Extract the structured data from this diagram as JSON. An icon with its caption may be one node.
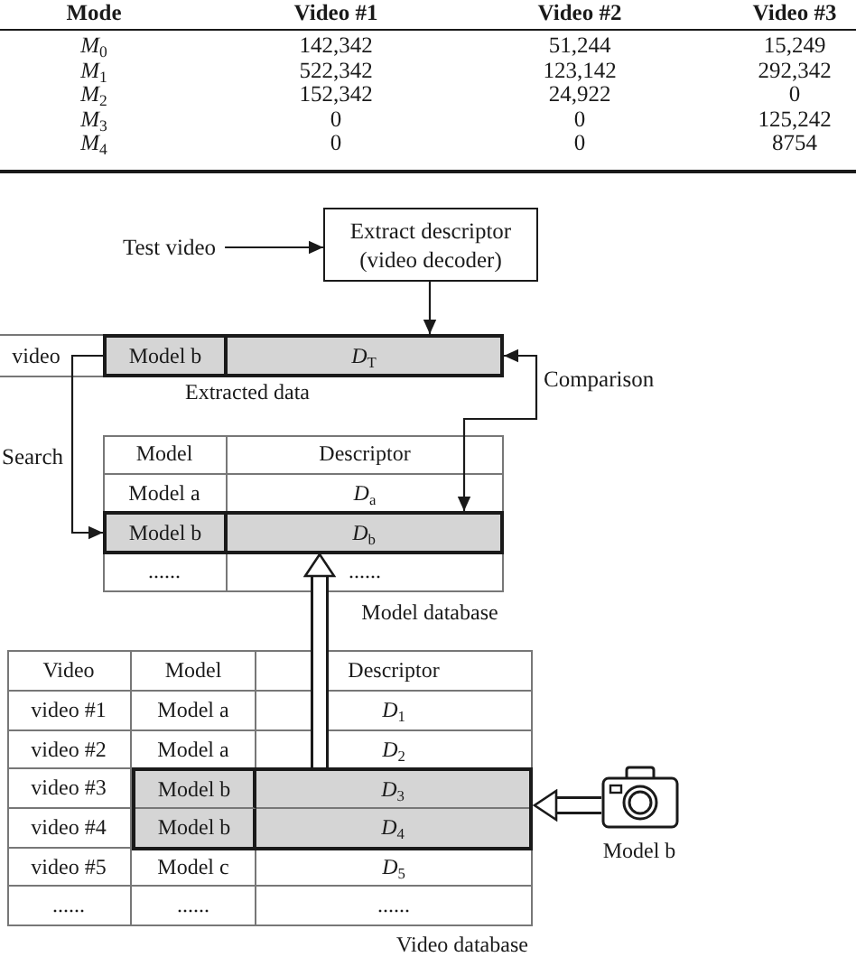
{
  "diagram": {
    "nodes": [
      {
        "text": [
          "Test video"
        ]
      },
      {
        "text": [
          "Extract descriptor (video decoder)"
        ]
      },
      {
        "text": [
          "Model b",
          "*D*$_{T}$"
        ],
        "beside": [
          "Extracted data"
        ]
      },
      {
        "text": [
          "Model",
          "Descriptor",
          "Model a",
          "*D*$_{a}$",
          "......",
          "......"
        ],
        "beside": [
          "Model database"
        ]
      },
      {
        "text": [
          "Model b",
          "*D*$_{b}$"
        ],
        "in": 3
      },
      {
        "text": [
          "Video",
          "Model",
          "Descriptor",
          "video #1",
          "Model a",
          "*D*$_{1}$",
          "video #2",
          "Model a",
          "*D*$_{2}$",
          "video #3",
          "video #4",
          "video #5",
          "Model c",
          "*D*$_{5}$",
          "......",
          "......",
          "......"
        ],
        "beside": [
          "Video database"
        ]
      },
      {
        "text": [
          "Model b",
          "*D*$_{3}$",
          "Model b",
          "*D*$_{4}$"
        ],
        "in": 5
      },
      {
        "text": [],
        "shape": "picture",
        "beside": [
          "Model b"
        ]
      }
    ],
    "edges": [
      {
        "from": 0,
        "to": 1,
        "arrow": "to"
      },
      {
        "from": 1,
        "to": 2,
        "arrow": "to"
      },
      {
        "from": 2,
        "to": 4,
        "arrow": "both",
        "label": "Comparison"
      },
      {
        "from": 2,
        "to": 4,
        "arrow": "to",
        "label": "Search"
      },
      {
        "from": 7,
        "to": 6,
        "arrow": "to",
        "style": "thick"
      },
      {
        "from": 6,
        "to": 4,
        "arrow": "to",
        "style": "thick"
      }
    ],
    "labels": [
      "Mode",
      "Video #1",
      "Video #2",
      "Video #3",
      "*M*$_{0}$",
      "142,342",
      "51,244",
      "15,249",
      "*M*$_{1}$",
      "522,342",
      "123,142",
      "292,342",
      "*M*$_{2}$",
      "152,342",
      "24,922",
      "0",
      "*M*$_{3}$",
      "0",
      "0",
      "125,242",
      "*M*$_{4}$",
      "0",
      "0",
      "8754",
      "video"
    ]
  }
}
